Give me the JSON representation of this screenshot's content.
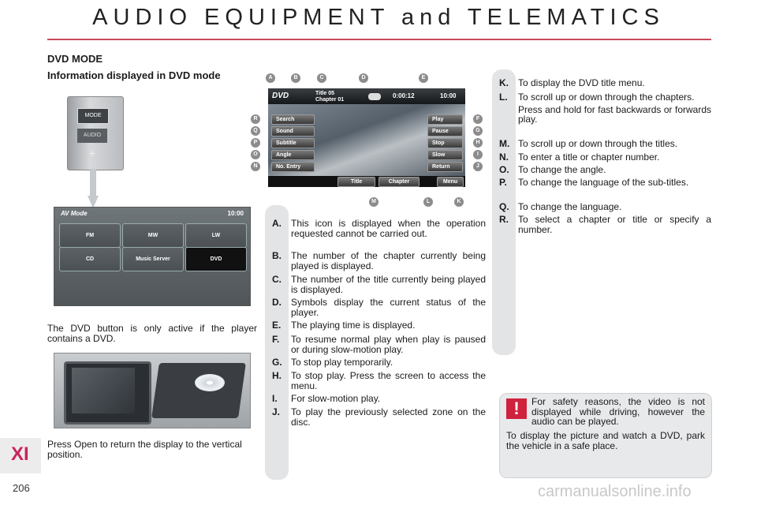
{
  "header": {
    "title": "AUDIO EQUIPMENT and TELEMATICS"
  },
  "section": {
    "heading": "DVD MODE",
    "subheading": "Information displayed in DVD mode"
  },
  "mode_panel": {
    "mode_btn": "MODE",
    "audio_btn": "AUDIO",
    "plus": "+"
  },
  "av_screen": {
    "title": "AV Mode",
    "time": "10:00",
    "buttons": [
      "FM",
      "MW",
      "LW",
      "CD",
      "Music Server",
      "DVD"
    ]
  },
  "dvd_screen": {
    "logo": "DVD",
    "title_line": "Title 05",
    "chapter_line": "Chapter 01",
    "elapsed": "0:00:12",
    "clock": "10:00",
    "left_buttons": [
      "Search",
      "Sound",
      "Subtitle",
      "Angle",
      "No. Entry"
    ],
    "right_buttons": [
      "Play",
      "Pause",
      "Stop",
      "Slow",
      "Return"
    ],
    "bottom_buttons": [
      "Title",
      "Chapter",
      "Menu"
    ]
  },
  "callouts": {
    "top": [
      "A",
      "B",
      "C",
      "D",
      "E"
    ],
    "left": [
      "R",
      "Q",
      "P",
      "O",
      "N"
    ],
    "right": [
      "F",
      "G",
      "H",
      "I",
      "J"
    ],
    "bottom": [
      "M",
      "L",
      "K"
    ]
  },
  "left_text": {
    "dvd_button_note": "The DVD button is only active if the player contains a DVD.",
    "open_note": "Press Open to return the display to the vertical position."
  },
  "items_middle": [
    {
      "key": "A.",
      "text": "This icon is displayed when the operation requested cannot be carried out."
    },
    {
      "key": "B.",
      "text": "The number of the chapter currently being played is displayed."
    },
    {
      "key": "C.",
      "text": "The number of the title currently being played is displayed."
    },
    {
      "key": "D.",
      "text": "Symbols display the current status of the player."
    },
    {
      "key": "E.",
      "text": "The playing time is displayed."
    },
    {
      "key": "F.",
      "text": "To resume normal play when play is paused or during slow-motion play."
    },
    {
      "key": "G.",
      "text": "To stop play temporarily."
    },
    {
      "key": "H.",
      "text": "To stop play. Press the screen to access the menu."
    },
    {
      "key": "I.",
      "text": "For slow-motion play."
    },
    {
      "key": "J.",
      "text": "To play the previously selected zone on the disc."
    }
  ],
  "items_right": [
    {
      "key": "K.",
      "text": "To display the DVD title menu."
    },
    {
      "key": "L.",
      "text": "To scroll up or down through the chapters.",
      "extra": "Press and hold for fast backwards or forwards play."
    },
    {
      "key": "M.",
      "text": "To scroll up or down through the titles."
    },
    {
      "key": "N.",
      "text": "To enter a title or chapter number."
    },
    {
      "key": "O.",
      "text": "To change the angle."
    },
    {
      "key": "P.",
      "text": "To change the language of the sub-titles."
    },
    {
      "key": "Q.",
      "text": "To change the language."
    },
    {
      "key": "R.",
      "text": "To select a chapter or title or specify a number."
    }
  ],
  "warning": {
    "symbol": "!",
    "text1": "For safety reasons, the video is not displayed while driving, however the audio can be played.",
    "text2": "To display the picture and watch a DVD, park the vehicle in a safe place."
  },
  "footer": {
    "chapter_tab": "XI",
    "page_number": "206",
    "watermark": "carmanualsonline.info"
  },
  "colors": {
    "accent": "#c94a5a",
    "tab": "#c9245a",
    "warning": "#d0213d",
    "band": "#e3e4e6"
  }
}
